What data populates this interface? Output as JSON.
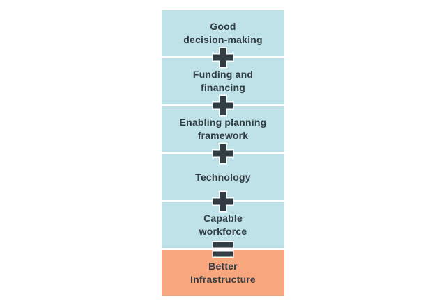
{
  "diagram": {
    "colors": {
      "background": "#ffffff",
      "stage_fill": "#bee2e7",
      "result_fill": "#f8a67e",
      "text": "#313c43",
      "operator_fill": "#313c43",
      "operator_outline": "#ffffff"
    },
    "items": [
      {
        "name": "good-decision-making",
        "label": "Good decision-making",
        "lines": [
          "Good",
          "decision-making"
        ],
        "operator_after": "plus",
        "is_result": false
      },
      {
        "name": "funding-and-financing",
        "label": "Funding and financing",
        "lines": [
          "Funding and",
          "financing"
        ],
        "operator_after": "plus",
        "is_result": false
      },
      {
        "name": "enabling-planning-framework",
        "label": "Enabling planning framework",
        "lines": [
          "Enabling planning",
          "framework"
        ],
        "operator_after": "plus",
        "is_result": false
      },
      {
        "name": "technology",
        "label": "Technology",
        "lines": [
          "Technology"
        ],
        "operator_after": "plus",
        "is_result": false
      },
      {
        "name": "capable-workforce",
        "label": "Capable workforce",
        "lines": [
          "Capable",
          "workforce"
        ],
        "operator_after": "equals",
        "is_result": false
      },
      {
        "name": "better-infrastructure",
        "label": "Better Infrastructure",
        "lines": [
          "Better",
          "Infrastructure"
        ],
        "operator_after": null,
        "is_result": true
      }
    ]
  }
}
